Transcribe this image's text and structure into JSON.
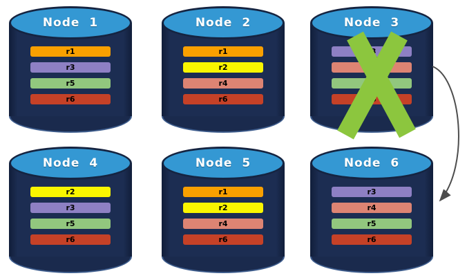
{
  "diagram": {
    "background": "#FFFFFF",
    "colors": {
      "cylinder_body": "#1A2A4D",
      "cylinder_top": "#3498D3",
      "cylinder_outline": "#152441",
      "cross": "#8CC63E",
      "arrow": "#4D4D4D",
      "partitions": {
        "r1": "#F9A000",
        "r2": "#FAF600",
        "r3": "#8E80C4",
        "r4": "#DD8473",
        "r5": "#92C77E",
        "r6": "#C54127"
      }
    },
    "nodes": [
      {
        "label": "Node 1",
        "partitions": [
          "r1",
          "r3",
          "r5",
          "r6"
        ],
        "failed": false
      },
      {
        "label": "Node 2",
        "partitions": [
          "r1",
          "r2",
          "r4",
          "r6"
        ],
        "failed": false
      },
      {
        "label": "Node 3",
        "partitions": [
          "r3",
          "r4",
          "r5",
          "r6"
        ],
        "failed": true
      },
      {
        "label": "Node 4",
        "partitions": [
          "r2",
          "r3",
          "r5",
          "r6"
        ],
        "failed": false
      },
      {
        "label": "Node 5",
        "partitions": [
          "r1",
          "r2",
          "r4",
          "r6"
        ],
        "failed": false
      },
      {
        "label": "Node 6",
        "partitions": [
          "r3",
          "r4",
          "r5",
          "r6"
        ],
        "failed": false
      }
    ],
    "failure_cross": {
      "node": "Node 3",
      "color": "#8CC63E"
    },
    "arrow": {
      "from": "Node 3",
      "to": "Node 6",
      "color": "#4D4D4D"
    }
  }
}
